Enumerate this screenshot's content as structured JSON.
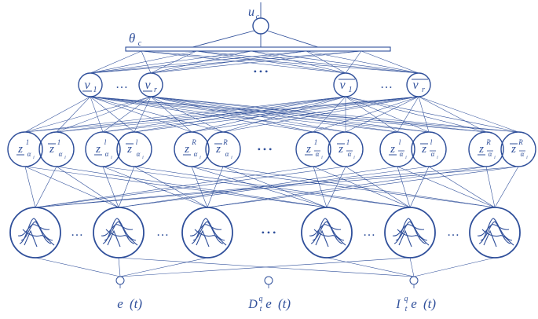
{
  "output": {
    "label": "u",
    "sub": "c"
  },
  "theta": {
    "label": "θ",
    "sub": "c"
  },
  "v_nodes": [
    {
      "label": "v",
      "sub": "1",
      "bar": false
    },
    {
      "label": "v",
      "sub": "r",
      "bar": false
    },
    {
      "label": "v",
      "sub": "1",
      "bar": true
    },
    {
      "label": "v",
      "sub": "r",
      "bar": true
    }
  ],
  "z_pairs": [
    {
      "sup": "1",
      "sub": "α",
      "subsub": "i",
      "barsub": false
    },
    {
      "sup": "l",
      "sub": "α",
      "subsub": "i",
      "barsub": false
    },
    {
      "sup": "R",
      "sub": "α",
      "subsub": "i",
      "barsub": false
    },
    {
      "sup": "1",
      "sub": "α",
      "subsub": "i",
      "barsub": true
    },
    {
      "sup": "l",
      "sub": "α",
      "subsub": "i",
      "barsub": true
    },
    {
      "sup": "R",
      "sub": "α",
      "subsub": "i",
      "barsub": true
    }
  ],
  "inputs": [
    {
      "pre": "",
      "presup": "",
      "presub": "",
      "text": "e",
      "arg": "t"
    },
    {
      "pre": "D",
      "presup": "q",
      "presub": "t",
      "text": "e",
      "arg": "t"
    },
    {
      "pre": "I",
      "presup": "q",
      "presub": "t",
      "text": "e",
      "arg": "t"
    }
  ],
  "ellipsis": {
    "small": "…",
    "big": "• • •"
  },
  "colors": {
    "stroke": "#2f4f9a",
    "fill": "#ffffff"
  },
  "icons": {
    "mf": "gaussian-membership-icon"
  }
}
